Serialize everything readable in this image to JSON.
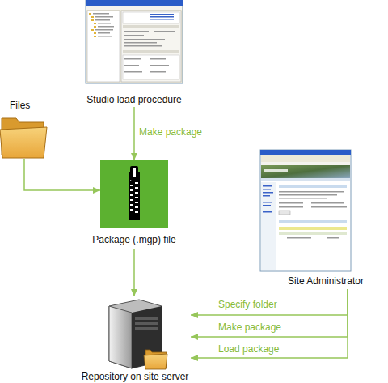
{
  "diagram": {
    "nodes": [
      {
        "text": [
          "Studio load procedure"
        ]
      },
      {
        "text": [
          "Files"
        ]
      },
      {
        "text": [
          "Package (.mgp) file"
        ]
      },
      {
        "text": [
          "Site Administrator"
        ]
      },
      {
        "text": [
          "Repository on site server"
        ]
      }
    ],
    "edges": [
      {
        "from": 0,
        "to": 2,
        "arrow": "to",
        "label": "Make package"
      },
      {
        "from": 1,
        "to": 2,
        "arrow": "to"
      },
      {
        "from": 2,
        "to": 4,
        "arrow": "to"
      },
      {
        "from": 3,
        "to": 4,
        "arrow": "to",
        "label": "Specify folder"
      },
      {
        "from": 3,
        "to": 4,
        "arrow": "to",
        "label": "Make package"
      },
      {
        "from": 3,
        "to": 4,
        "arrow": "to",
        "label": "Load package"
      }
    ]
  }
}
